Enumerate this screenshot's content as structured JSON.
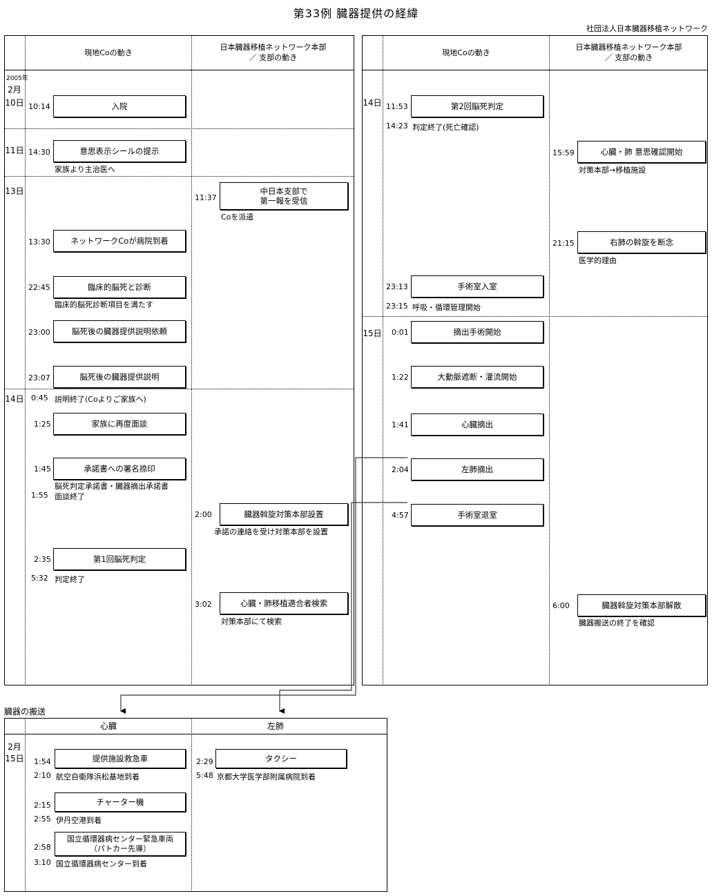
{
  "title": "第33例  臓器提供の経緯",
  "org_credit": "社団法人日本臓器移植ネットワーク",
  "headers": {
    "local_co": "現地Coの動き",
    "network_line1": "日本臓器移植ネットワーク本部",
    "network_line2": "／      支部の動き"
  },
  "left_panel": {
    "year": "2005年",
    "days": [
      {
        "label_line1": "2月",
        "label_line2": "10日"
      },
      {
        "label_line1": "11日"
      },
      {
        "label_line1": "13日"
      },
      {
        "label_line1": "14日"
      }
    ],
    "local_events": [
      {
        "time": "10:14",
        "box": "入院"
      },
      {
        "time": "14:30",
        "box": "意思表示シールの提示",
        "note": "家族より主治医へ"
      },
      {
        "time": "13:30",
        "box": "ネットワークCoが病院到着"
      },
      {
        "time": "22:45",
        "box": "臨床的脳死と診断",
        "note": "臨床的脳死診断項目を満たす"
      },
      {
        "time": "23:00",
        "box": "脳死後の臓器提供説明依頼"
      },
      {
        "time": "23:07",
        "box": "脳死後の臓器提供説明"
      },
      {
        "time": "0:45",
        "plain": "説明終了(Coよりご家族へ)"
      },
      {
        "time": "1:25",
        "box": "家族に再度面談"
      },
      {
        "time": "1:45",
        "box": "承諾書への署名捺印",
        "note": "脳死判定承諾書・臓器摘出承諾書"
      },
      {
        "time": "1:55",
        "plain": "面談終了"
      },
      {
        "time": "2:35",
        "box": "第1回脳死判定"
      },
      {
        "time": "5:32",
        "plain": "判定終了"
      }
    ],
    "network_events": [
      {
        "time": "11:37",
        "box": "中日本支部で\n第一報を受信",
        "note": "Coを派遣"
      },
      {
        "time": "2:00",
        "box": "臓器斡旋対策本部設置",
        "note": "承諾の連絡を受け対策本部を設置"
      },
      {
        "time": "3:02",
        "box": "心臓・肺移植適合者検索",
        "note": "対策本部にて検索"
      }
    ]
  },
  "right_panel": {
    "days": [
      {
        "label_line1": "14日"
      },
      {
        "label_line1": "15日"
      }
    ],
    "local_events": [
      {
        "time": "11:53",
        "box": "第2回脳死判定"
      },
      {
        "time": "14:23",
        "plain": "判定終了(死亡確認)"
      },
      {
        "time": "23:13",
        "box": "手術室入室"
      },
      {
        "time": "23:15",
        "plain": "呼吸・循環管理開始"
      },
      {
        "time": "0:01",
        "box": "摘出手術開始"
      },
      {
        "time": "1:22",
        "box": "大動脈遮断・灌流開始"
      },
      {
        "time": "1:41",
        "box": "心臓摘出"
      },
      {
        "time": "2:04",
        "box": "左肺摘出"
      },
      {
        "time": "4:57",
        "box": "手術室退室"
      }
    ],
    "network_events": [
      {
        "time": "15:59",
        "box": "心臓・肺  意思確認開始",
        "note": "対策本部→移植施設"
      },
      {
        "time": "21:15",
        "box": "右肺の斡旋を断念",
        "note": "医学的理由"
      },
      {
        "time": "6:00",
        "box": "臓器斡旋対策本部解散",
        "note": "臓器搬送の終了を確認"
      }
    ]
  },
  "transport": {
    "section_label": "臓器の搬送",
    "columns": [
      "心臓",
      "左肺"
    ],
    "day_label_line1": "2月",
    "day_label_line2": "15日",
    "heart_events": [
      {
        "time": "1:54",
        "box": "提供施設救急車"
      },
      {
        "time": "2:10",
        "plain": "航空自衛隊浜松基地到着"
      },
      {
        "time": "2:15",
        "box": "チャーター機"
      },
      {
        "time": "2:55",
        "plain": "伊丹空港到着"
      },
      {
        "time": "2:58",
        "box": "国立循環器病センター緊急車両\n（パトカー先導）"
      },
      {
        "time": "3:10",
        "plain": "国立循環器病センター到着"
      }
    ],
    "lung_events": [
      {
        "time": "2:29",
        "box": "タクシー"
      },
      {
        "time": "5:48",
        "plain": "京都大学医学部附属病院到着"
      }
    ]
  },
  "colors": {
    "ink": "#000000",
    "paper": "#ffffff",
    "connector": "#555555"
  }
}
